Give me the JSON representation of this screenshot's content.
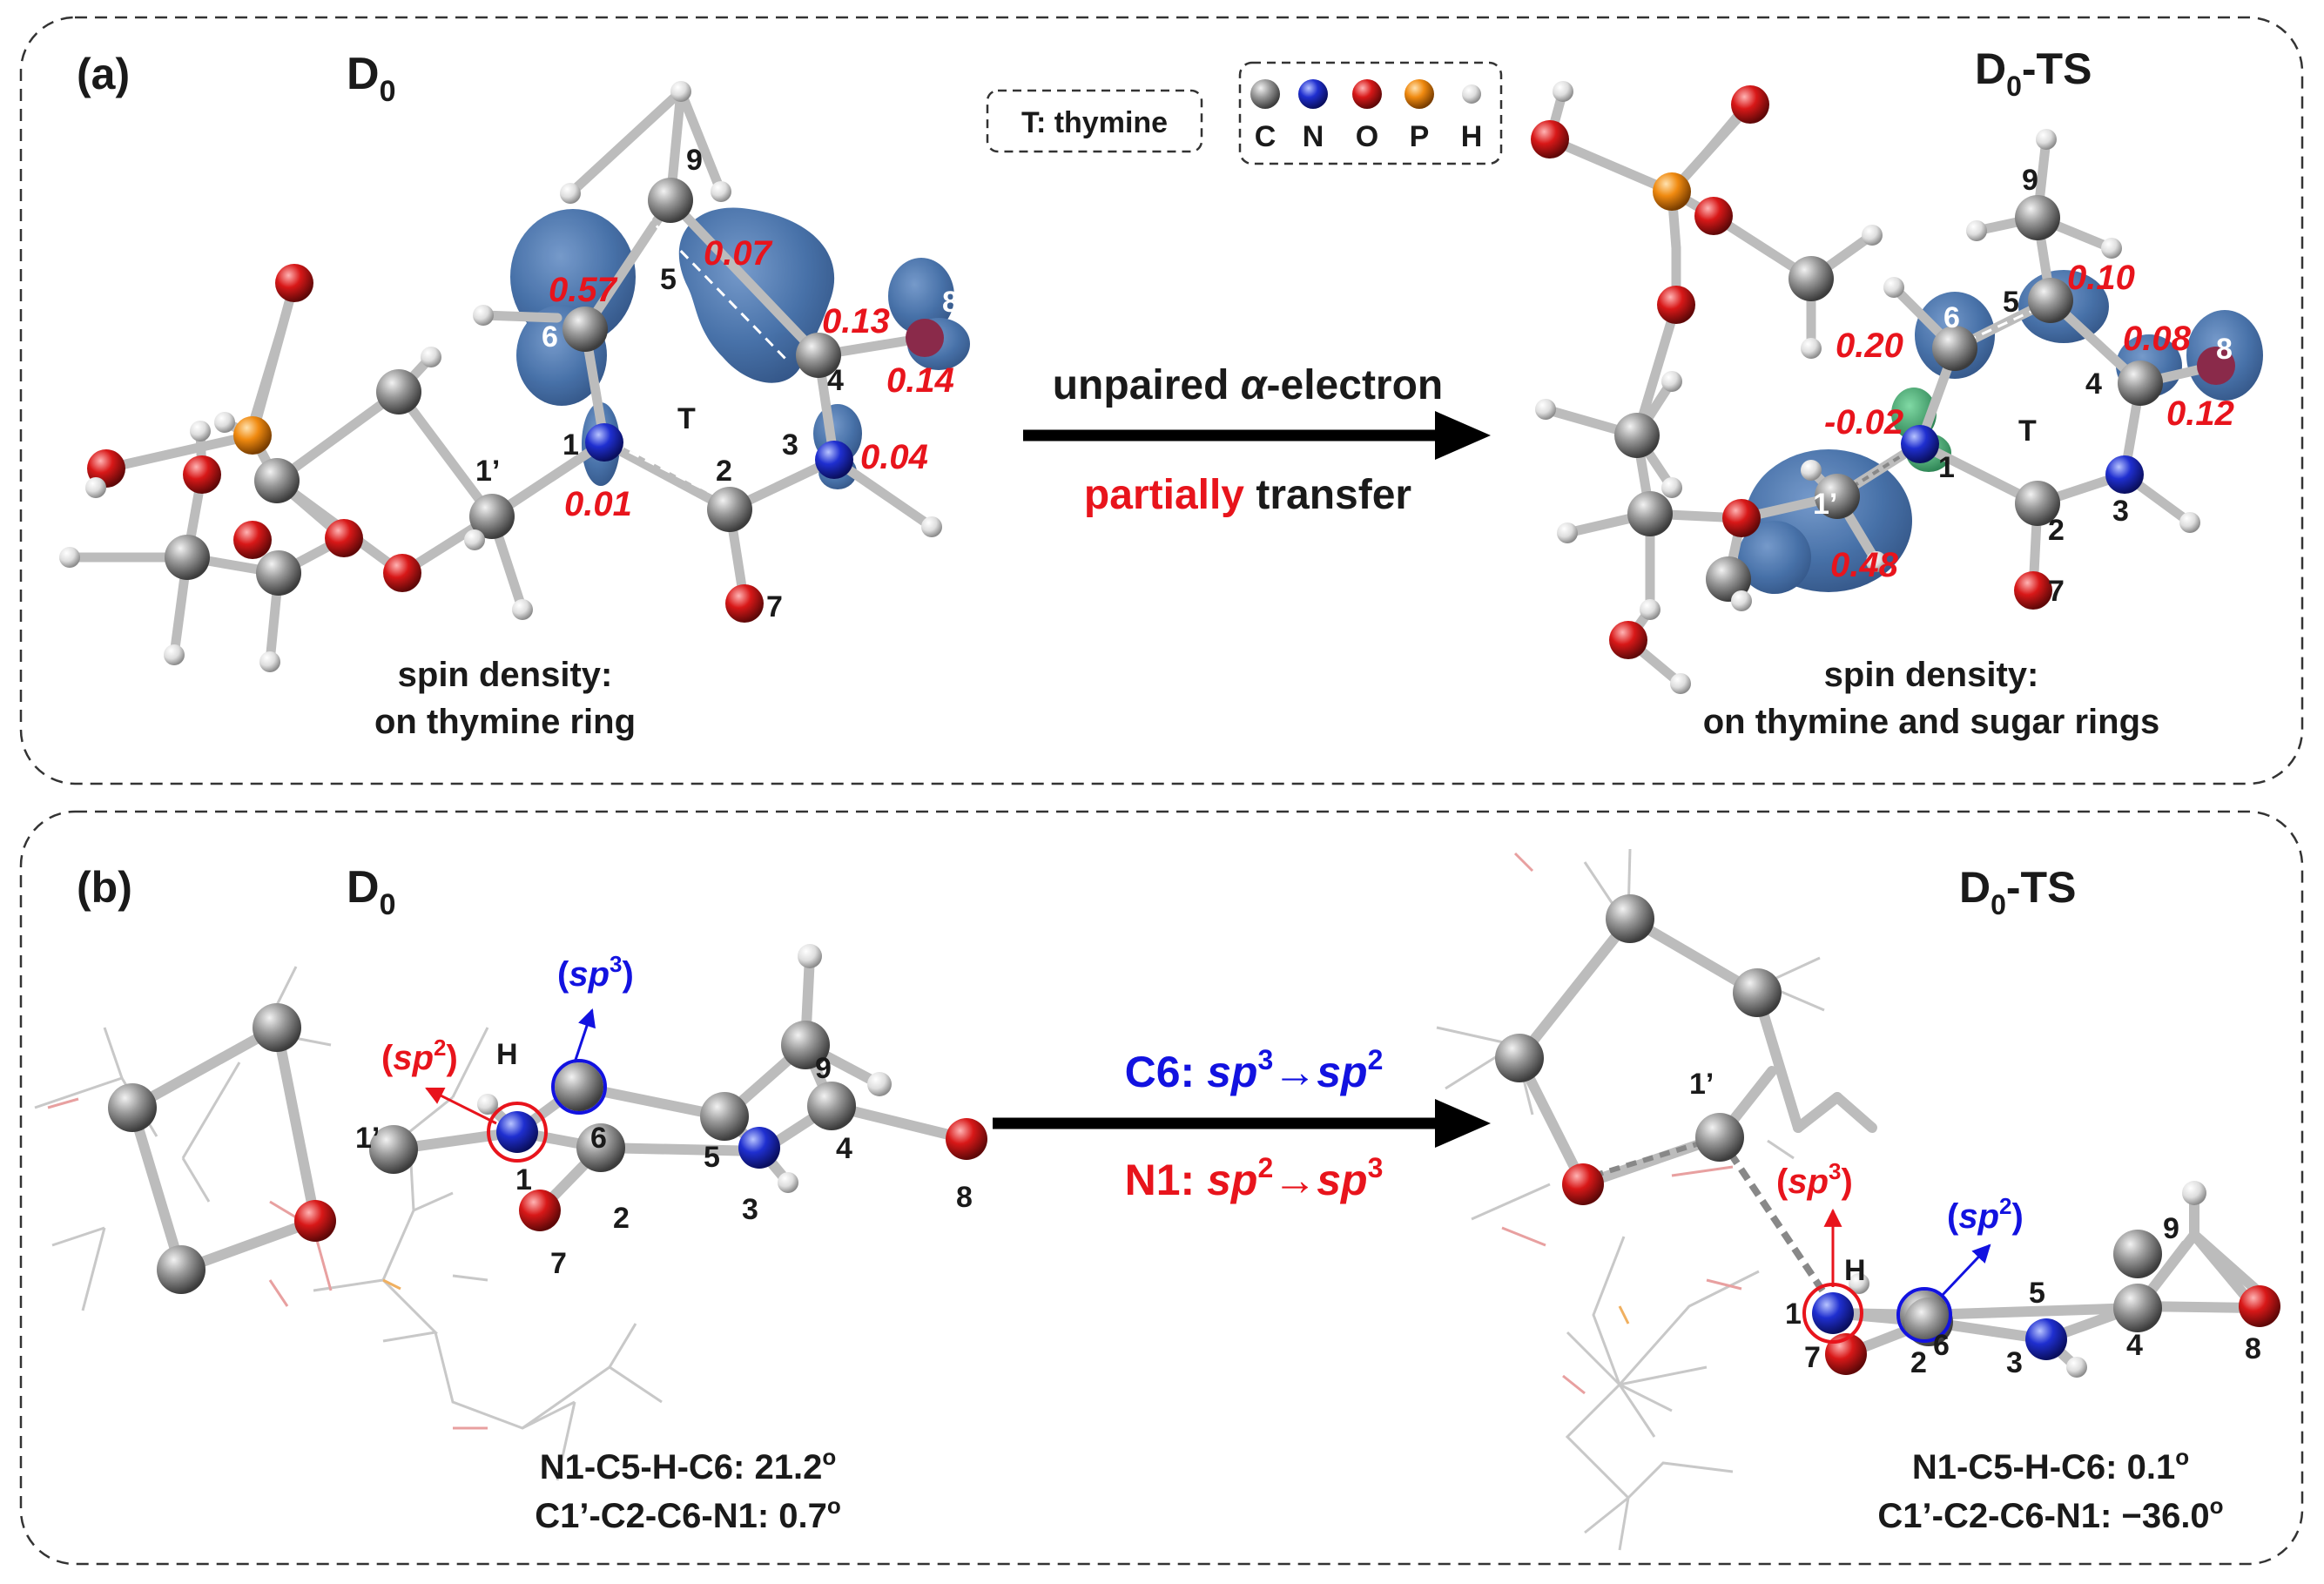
{
  "panel_a": {
    "tag": "(a)",
    "left_state": {
      "main": "D",
      "sub": "0",
      "suffix": ""
    },
    "right_state": {
      "main": "D",
      "sub": "0",
      "suffix": "-TS"
    },
    "legend_t": "T: thymine",
    "legend_atoms": [
      "C",
      "N",
      "O",
      "P",
      "H"
    ],
    "atom_colors": {
      "C": "#8a8a8a",
      "N": "#1f2fd0",
      "O": "#d81818",
      "P": "#f08a10",
      "H": "#e6e6e6"
    },
    "density_color": "#3e6aa4",
    "arrow_line1_pre": "unpaired ",
    "arrow_line1_alpha": "α",
    "arrow_line1_post": "-electron",
    "arrow_line2_red": "partially",
    "arrow_line2_black": " transfer",
    "left_caption": [
      "spin density:",
      "on thymine ring"
    ],
    "right_caption": [
      "spin density:",
      "on thymine and sugar rings"
    ],
    "ring_label": "T",
    "left_atom_numbers": [
      "1",
      "2",
      "3",
      "4",
      "5",
      "6",
      "7",
      "8",
      "9",
      "1’"
    ],
    "right_atom_numbers": [
      "1",
      "2",
      "3",
      "4",
      "5",
      "6",
      "7",
      "8",
      "9",
      "1’"
    ],
    "left_spin": [
      "0.57",
      "0.07",
      "0.13",
      "0.14",
      "0.01",
      "0.04"
    ],
    "right_spin": [
      "0.20",
      "0.10",
      "0.08",
      "0.12",
      "-0.02",
      "0.48"
    ]
  },
  "panel_b": {
    "tag": "(b)",
    "left_state": {
      "main": "D",
      "sub": "0",
      "suffix": ""
    },
    "right_state": {
      "main": "D",
      "sub": "0",
      "suffix": "-TS"
    },
    "arrow_line1": {
      "atom": "C6: ",
      "from_base": "sp",
      "from_sup": "3",
      "arrow": "→",
      "to_base": "sp",
      "to_sup": "2"
    },
    "arrow_line2": {
      "atom": "N1: ",
      "from_base": "sp",
      "from_sup": "2",
      "arrow": "→",
      "to_base": "sp",
      "to_sup": "3"
    },
    "left_hybrid": [
      {
        "base": "sp",
        "sup": "2"
      },
      {
        "base": "sp",
        "sup": "3"
      }
    ],
    "right_hybrid": [
      {
        "base": "sp",
        "sup": "3"
      },
      {
        "base": "sp",
        "sup": "2"
      }
    ],
    "h_label": "H",
    "left_atom_numbers": [
      "1",
      "2",
      "3",
      "4",
      "5",
      "6",
      "7",
      "8",
      "9",
      "1’"
    ],
    "right_atom_numbers": [
      "1",
      "2",
      "3",
      "4",
      "5",
      "6",
      "7",
      "8",
      "9",
      "1’"
    ],
    "left_angles": [
      "N1-C5-H-C6: 21.2",
      "C1’-C2-C6-N1: 0.7"
    ],
    "right_angles": [
      "N1-C5-H-C6: 0.1",
      "C1’-C2-C6-N1: −36.0"
    ],
    "degree_mark": "o"
  }
}
